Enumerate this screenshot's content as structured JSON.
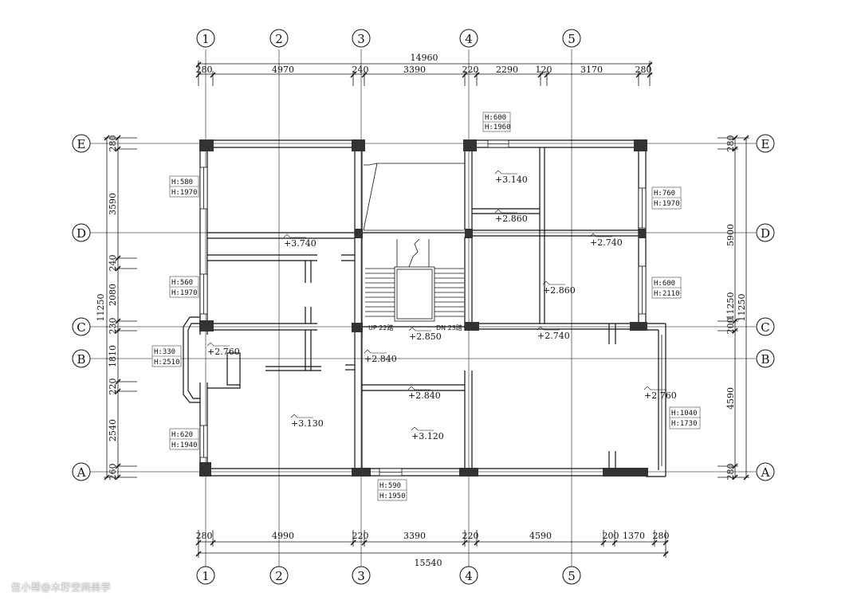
{
  "axes": {
    "columns": [
      "1",
      "2",
      "3",
      "4",
      "5"
    ],
    "rows": [
      "E",
      "D",
      "C",
      "B",
      "A"
    ]
  },
  "dimensions": {
    "top_total": "14960",
    "top_segments": [
      "280",
      "4970",
      "240",
      "3390",
      "220",
      "2290",
      "120",
      "3170",
      "280"
    ],
    "bottom_total": "15540",
    "bottom_segments": [
      "280",
      "4990",
      "220",
      "3390",
      "220",
      "4590",
      "200",
      "1370",
      "280"
    ],
    "left_total": "11250",
    "left_segments": [
      "280",
      "3590",
      "240",
      "2080",
      "230",
      "1810",
      "220",
      "2540",
      "260"
    ],
    "right_totals": [
      "11250",
      "11250"
    ],
    "right_segments": [
      "280",
      "5900",
      "200",
      "4590",
      "280"
    ]
  },
  "levels": [
    "+3.740",
    "+3.140",
    "+2.860",
    "+2.740",
    "+2.860",
    "+2.760",
    "+2.850",
    "+2.740",
    "+2.840",
    "+2.840",
    "+3.130",
    "+3.120",
    "+2.760"
  ],
  "openings": [
    {
      "h": "H:600",
      "s": "H:1960"
    },
    {
      "h": "H:580",
      "s": "H:1970"
    },
    {
      "h": "H:760",
      "s": "H:1970"
    },
    {
      "h": "H:560",
      "s": "H:1970"
    },
    {
      "h": "H:600",
      "s": "H:2110"
    },
    {
      "h": "H:330",
      "s": "H:2510"
    },
    {
      "h": "H:1040",
      "s": "H:1730"
    },
    {
      "h": "H:620",
      "s": "H:1940"
    },
    {
      "h": "H:590",
      "s": "H:1950"
    }
  ],
  "stairs": {
    "up": "UP 22踏",
    "down": "DN 23踏"
  },
  "watermark": "住小帮@木籽空间美学"
}
